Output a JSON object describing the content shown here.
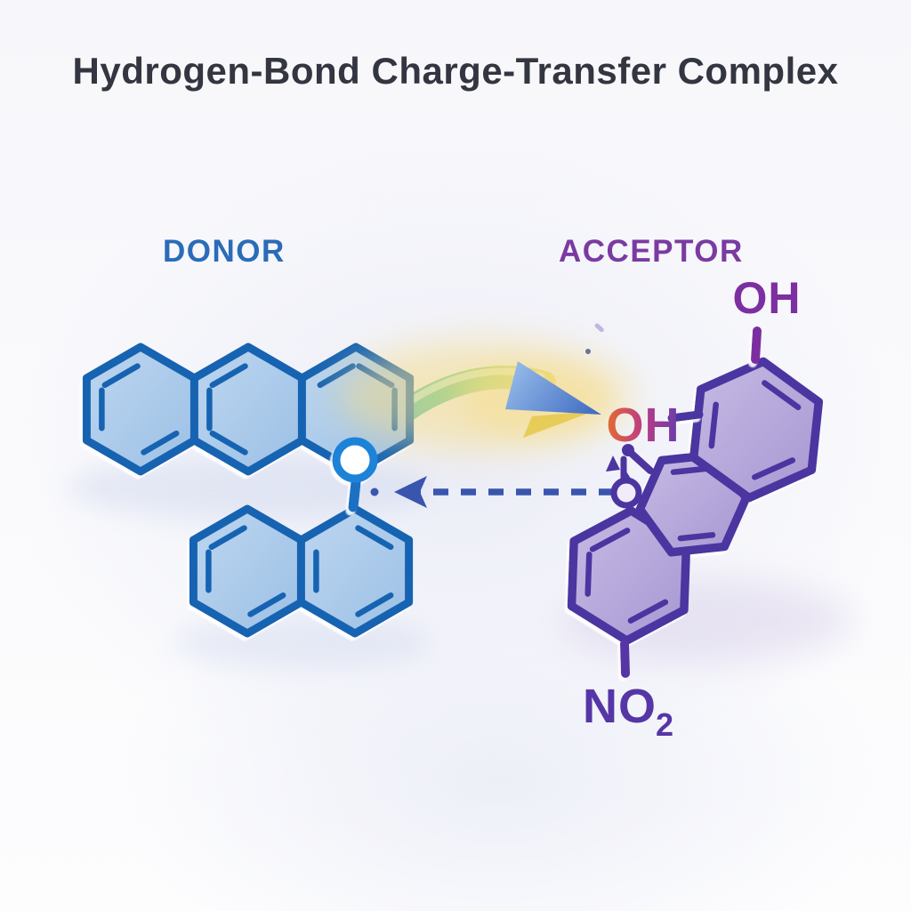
{
  "title": "Hydrogen-Bond Charge-Transfer Complex",
  "donor": {
    "label": "DONOR"
  },
  "acceptor": {
    "label": "ACCEPTOR"
  },
  "labels": {
    "hydroxyl_top": "OH",
    "hydroxyl_bridge": "OH",
    "nitro": "NO",
    "nitro_subscript": "2"
  },
  "colors": {
    "title": "#333640",
    "donor_label": "#2a6cb8",
    "acceptor_label": "#7b3aa2",
    "donor_stroke": "#1564b2",
    "donor_fill_light": "#bdd6f0",
    "donor_fill_dark": "#9cc0e5",
    "oxygen_ring": "#1a83d8",
    "oxygen_stem": "#1a6fc4",
    "acceptor_stroke": "#4c35a0",
    "acceptor_fill_light": "#c6bae4",
    "acceptor_fill_dark": "#a798d2",
    "hydroxyl_top": "#7c2fa0",
    "nitro": "#5636a6",
    "hbond": "#3a55ae",
    "ct_start": "#38b0d8",
    "ct_mid1": "#5cc89a",
    "ct_mid2": "#a0d375",
    "ct_end": "#eed65e",
    "ct_head_light": "#95b9e9",
    "ct_head": "#3f6cc2",
    "oh_grad_start": "#e0663a",
    "oh_grad_mid": "#bb3c86",
    "oh_grad_end": "#6e3da8",
    "glow": "#f6dd8a",
    "gold_wedge": "#e6c94f",
    "shadow_blue": "#c2cde8",
    "shadow_purple": "#c3b5de"
  }
}
